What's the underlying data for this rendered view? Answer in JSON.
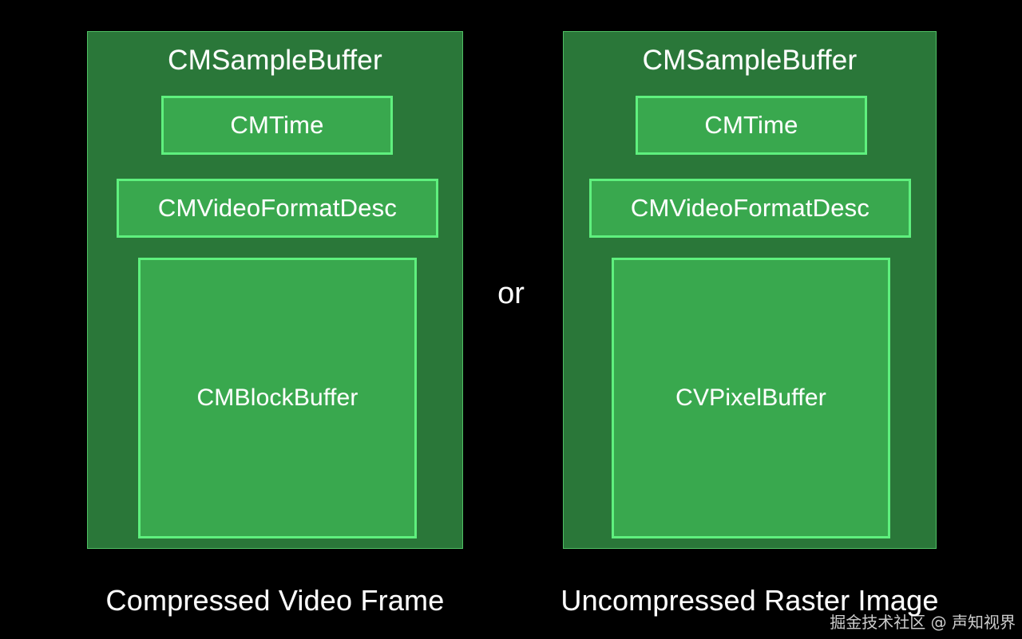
{
  "slide": {
    "background_color": "#000000",
    "connector_label": "or"
  },
  "colors": {
    "panel_fill": "#2a7739",
    "panel_border": "#4fbf64",
    "inner_fill": "#39a84e",
    "inner_border": "#5ff07e",
    "text": "#ffffff"
  },
  "panels": [
    {
      "title": "CMSampleBuffer",
      "caption": "Compressed Video Frame",
      "boxes": [
        {
          "label": "CMTime"
        },
        {
          "label": "CMVideoFormatDesc"
        },
        {
          "label": "CMBlockBuffer"
        }
      ]
    },
    {
      "title": "CMSampleBuffer",
      "caption": "Uncompressed Raster Image",
      "boxes": [
        {
          "label": "CMTime"
        },
        {
          "label": "CMVideoFormatDesc"
        },
        {
          "label": "CVPixelBuffer"
        }
      ]
    }
  ],
  "watermark": {
    "text": "掘金技术社区 @ 声知视界"
  }
}
